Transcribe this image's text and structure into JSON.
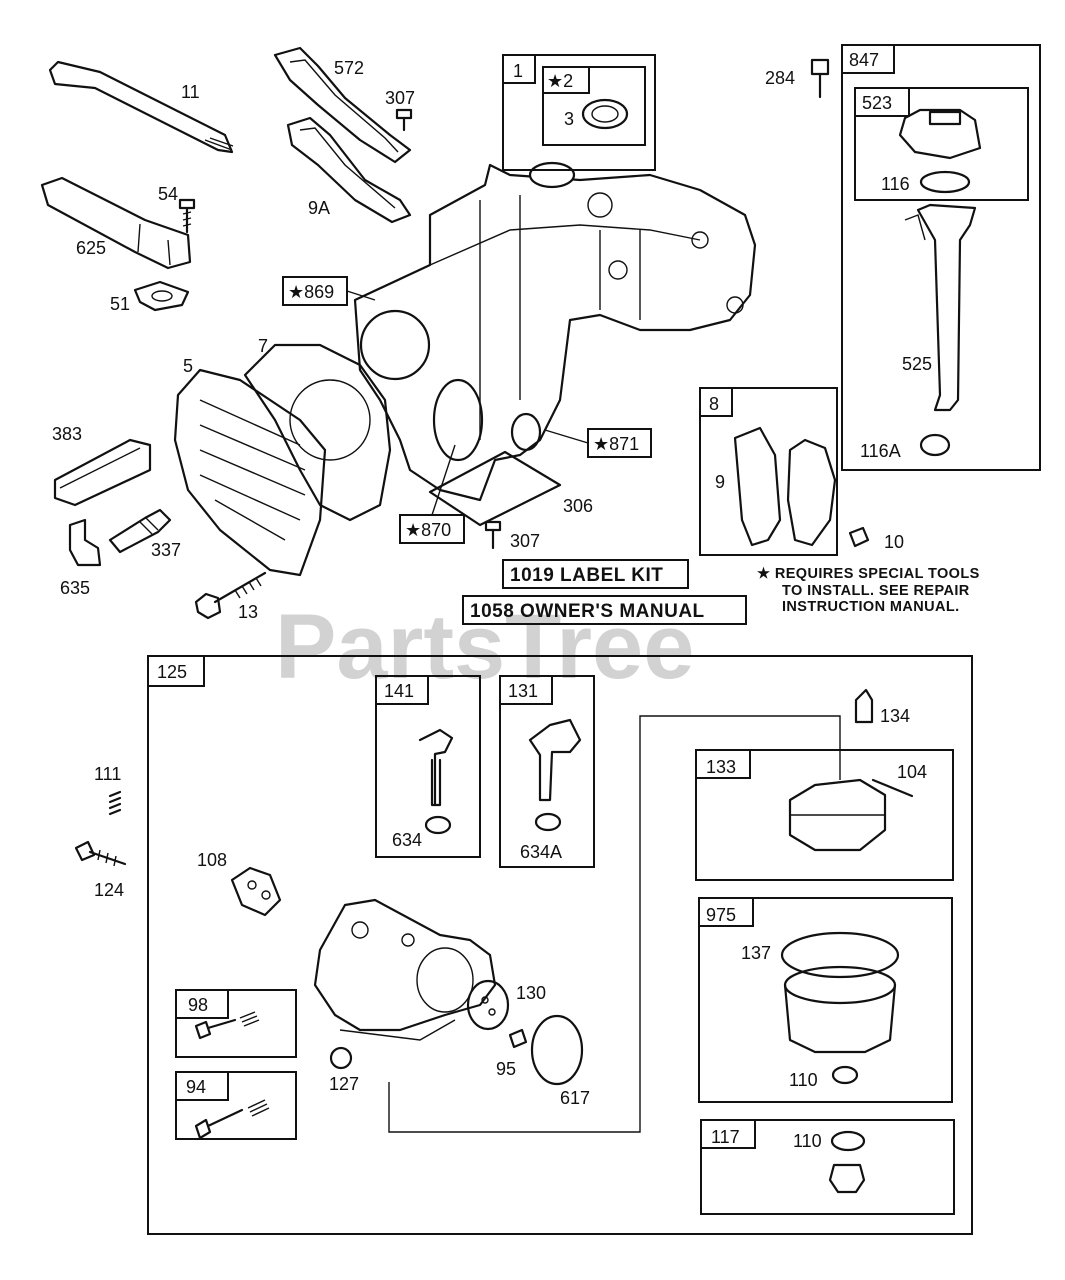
{
  "watermark": "PartsTree",
  "callouts": {
    "c11": "11",
    "c572": "572",
    "c307a": "307",
    "c54": "54",
    "c9A": "9A",
    "c625": "625",
    "c51": "51",
    "c869": "★869",
    "c5": "5",
    "c7": "7",
    "c383": "383",
    "c337": "337",
    "c635": "635",
    "c13": "13",
    "c1": "1",
    "c2": "★2",
    "c3": "3",
    "c871": "★871",
    "c870": "★870",
    "c306": "306",
    "c307b": "307",
    "c8": "8",
    "c9": "9",
    "c10": "10",
    "c284": "284",
    "c847": "847",
    "c523": "523",
    "c116": "116",
    "c525": "525",
    "c116A": "116A",
    "c125": "125",
    "c141": "141",
    "c634": "634",
    "c131": "131",
    "c634A": "634A",
    "c134": "134",
    "c133": "133",
    "c104": "104",
    "c111": "111",
    "c124": "124",
    "c108": "108",
    "c975": "975",
    "c137": "137",
    "c110a": "110",
    "c130": "130",
    "c98": "98",
    "c94": "94",
    "c127": "127",
    "c95": "95",
    "c617": "617",
    "c117": "117",
    "c110b": "110"
  },
  "kits": {
    "label_kit": "1019 LABEL KIT",
    "owners_manual": "1058 OWNER'S MANUAL"
  },
  "note": {
    "line1": "★ REQUIRES SPECIAL TOOLS",
    "line2": "TO INSTALL.  SEE REPAIR",
    "line3": "INSTRUCTION MANUAL."
  }
}
